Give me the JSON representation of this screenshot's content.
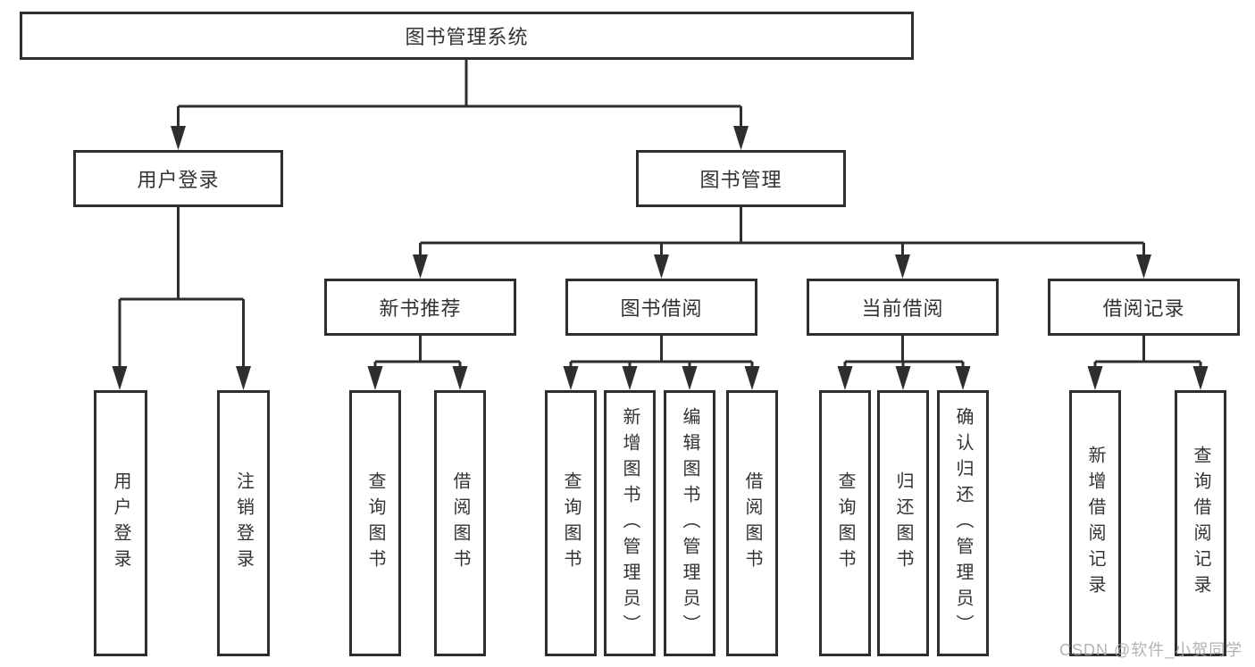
{
  "colors": {
    "line": "#2e2e2e",
    "box_border": "#2e2e2e",
    "text": "#333333",
    "background": "#ffffff",
    "watermark": "#a6a6a6"
  },
  "watermark": "CSDN @软件_小贺同学",
  "tree": {
    "label": "图书管理系统",
    "children": [
      {
        "label": "用户登录",
        "children": [
          {
            "label": "用户登录"
          },
          {
            "label": "注销登录"
          }
        ]
      },
      {
        "label": "图书管理",
        "children": [
          {
            "label": "新书推荐",
            "children": [
              {
                "label": "查询图书"
              },
              {
                "label": "借阅图书"
              }
            ]
          },
          {
            "label": "图书借阅",
            "children": [
              {
                "label": "查询图书"
              },
              {
                "label": "新增图书（管理员）"
              },
              {
                "label": "编辑图书（管理员）"
              },
              {
                "label": "借阅图书"
              }
            ]
          },
          {
            "label": "当前借阅",
            "children": [
              {
                "label": "查询图书"
              },
              {
                "label": "归还图书"
              },
              {
                "label": "确认归还（管理员）"
              }
            ]
          },
          {
            "label": "借阅记录",
            "children": [
              {
                "label": "新增借阅记录"
              },
              {
                "label": "查询借阅记录"
              }
            ]
          }
        ]
      }
    ]
  }
}
